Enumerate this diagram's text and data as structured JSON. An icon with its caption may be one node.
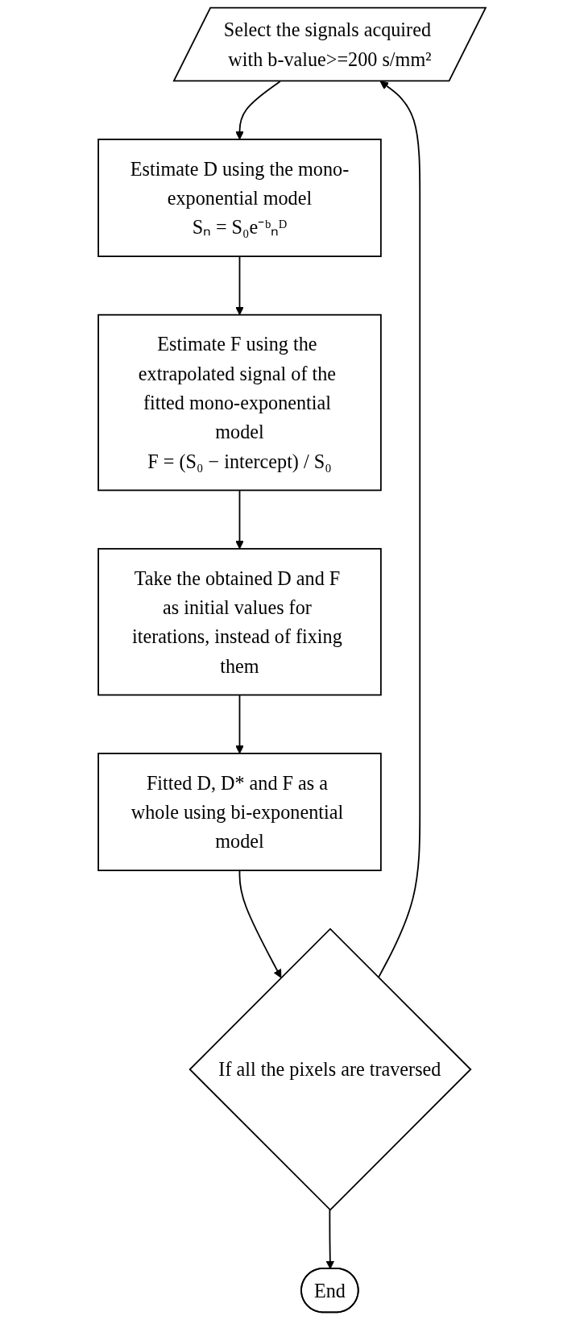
{
  "diagram": {
    "nodes": [
      {
        "text": [
          "Select the signals acquired with b-value>=200 s/mm²"
        ]
      },
      {
        "text": [
          "Estimate D using the mono-exponential model",
          "Sₙ = S₀e⁻ᵇₙᴰ"
        ]
      },
      {
        "text": [
          "Estimate F using the extrapolated signal of the fitted mono-exponential model",
          "F = (S₀ − intercept) / S₀"
        ]
      },
      {
        "text": [
          "Take the obtained D and F as initial values for iterations, instead of fixing them"
        ]
      },
      {
        "text": [
          "Fitted D, D* and F as a whole using bi-exponential model"
        ]
      },
      {
        "text": [
          "If all the pixels are traversed"
        ]
      },
      {
        "text": [
          "End"
        ]
      }
    ],
    "edges": [
      {
        "from": 0,
        "to": 1,
        "arrow": "to"
      },
      {
        "from": 1,
        "to": 2,
        "arrow": "to"
      },
      {
        "from": 2,
        "to": 3,
        "arrow": "to"
      },
      {
        "from": 3,
        "to": 4,
        "arrow": "to"
      },
      {
        "from": 4,
        "to": 5,
        "arrow": "to"
      },
      {
        "from": 5,
        "to": 6,
        "arrow": "to"
      },
      {
        "from": 5,
        "to": 0,
        "arrow": "to"
      }
    ]
  }
}
